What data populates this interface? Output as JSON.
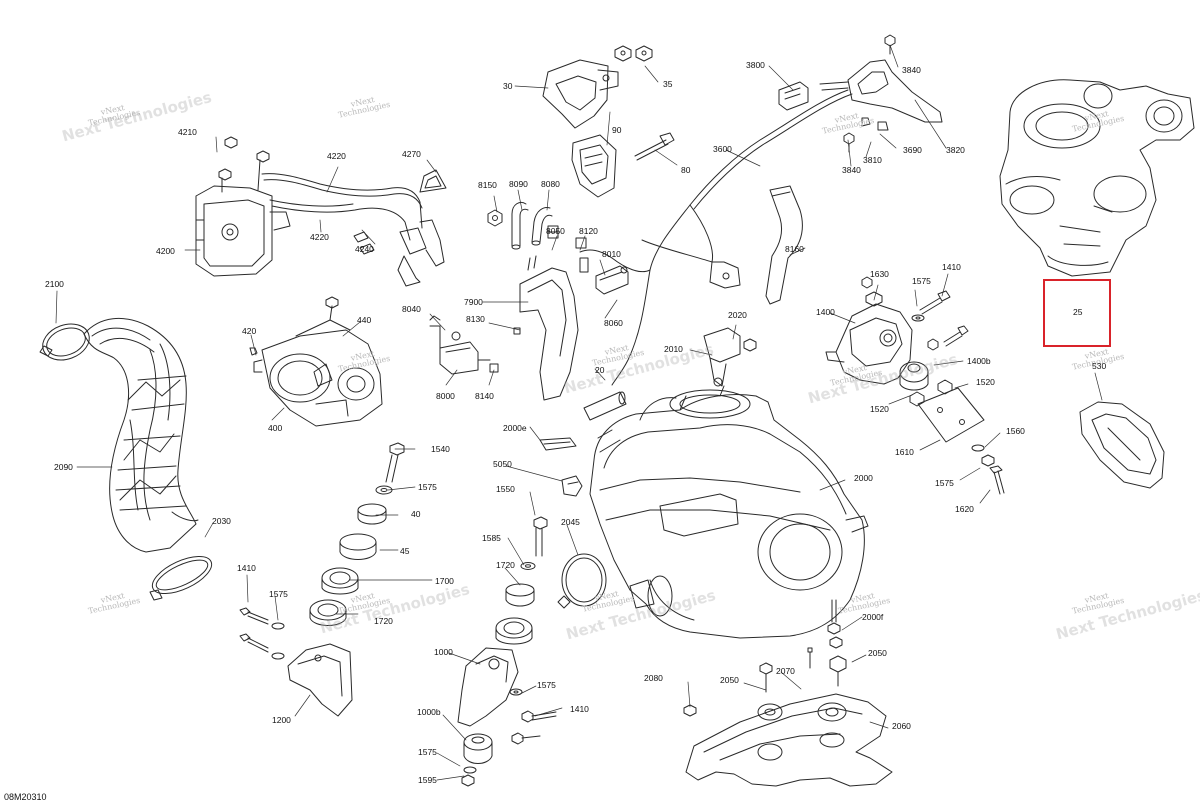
{
  "figure_code": "08M20310",
  "highlight": {
    "label": "25",
    "color": "#d9232a"
  },
  "watermark": {
    "brand": "vNext",
    "line": "Technologies",
    "big": "Next Technologies"
  },
  "callouts": [
    {
      "id": "c30",
      "text": "30"
    },
    {
      "id": "c35",
      "text": "35"
    },
    {
      "id": "c90",
      "text": "90"
    },
    {
      "id": "c80",
      "text": "80"
    },
    {
      "id": "c3800",
      "text": "3800"
    },
    {
      "id": "c3840a",
      "text": "3840"
    },
    {
      "id": "c3600",
      "text": "3600"
    },
    {
      "id": "c3810",
      "text": "3810"
    },
    {
      "id": "c3690",
      "text": "3690"
    },
    {
      "id": "c3820",
      "text": "3820"
    },
    {
      "id": "c3840b",
      "text": "3840"
    },
    {
      "id": "c4210",
      "text": "4210"
    },
    {
      "id": "c4220a",
      "text": "4220"
    },
    {
      "id": "c4270",
      "text": "4270"
    },
    {
      "id": "c4200",
      "text": "4200"
    },
    {
      "id": "c4220b",
      "text": "4220"
    },
    {
      "id": "c4240",
      "text": "4240"
    },
    {
      "id": "c8150",
      "text": "8150"
    },
    {
      "id": "c8090",
      "text": "8090"
    },
    {
      "id": "c8080",
      "text": "8080"
    },
    {
      "id": "c8050",
      "text": "8050"
    },
    {
      "id": "c8120",
      "text": "8120"
    },
    {
      "id": "c8010",
      "text": "8010"
    },
    {
      "id": "c8160",
      "text": "8160"
    },
    {
      "id": "c7900",
      "text": "7900"
    },
    {
      "id": "c8040",
      "text": "8040"
    },
    {
      "id": "c8130",
      "text": "8130"
    },
    {
      "id": "c8060",
      "text": "8060"
    },
    {
      "id": "c8000",
      "text": "8000"
    },
    {
      "id": "c8140",
      "text": "8140"
    },
    {
      "id": "c20",
      "text": "20"
    },
    {
      "id": "c2100",
      "text": "2100"
    },
    {
      "id": "c2090",
      "text": "2090"
    },
    {
      "id": "c2030",
      "text": "2030"
    },
    {
      "id": "c420",
      "text": "420"
    },
    {
      "id": "c440",
      "text": "440"
    },
    {
      "id": "c400",
      "text": "400"
    },
    {
      "id": "c2020",
      "text": "2020"
    },
    {
      "id": "c2010",
      "text": "2010"
    },
    {
      "id": "c1630",
      "text": "1630"
    },
    {
      "id": "c1410a",
      "text": "1410"
    },
    {
      "id": "c1575a",
      "text": "1575"
    },
    {
      "id": "c1400",
      "text": "1400"
    },
    {
      "id": "c1400b",
      "text": "1400b"
    },
    {
      "id": "c1520a",
      "text": "1520"
    },
    {
      "id": "c1520b",
      "text": "1520"
    },
    {
      "id": "c1560",
      "text": "1560"
    },
    {
      "id": "c1610",
      "text": "1610"
    },
    {
      "id": "c1575b",
      "text": "1575"
    },
    {
      "id": "c1620",
      "text": "1620"
    },
    {
      "id": "c25",
      "text": "25"
    },
    {
      "id": "c530",
      "text": "530"
    },
    {
      "id": "c1540",
      "text": "1540"
    },
    {
      "id": "c1575c",
      "text": "1575"
    },
    {
      "id": "c40",
      "text": "40"
    },
    {
      "id": "c45",
      "text": "45"
    },
    {
      "id": "c1700",
      "text": "1700"
    },
    {
      "id": "c1720a",
      "text": "1720"
    },
    {
      "id": "c1410b",
      "text": "1410"
    },
    {
      "id": "c1575d",
      "text": "1575"
    },
    {
      "id": "c1200",
      "text": "1200"
    },
    {
      "id": "c2000e",
      "text": "2000e"
    },
    {
      "id": "c5050",
      "text": "5050"
    },
    {
      "id": "c1550",
      "text": "1550"
    },
    {
      "id": "c1585",
      "text": "1585"
    },
    {
      "id": "c1720b",
      "text": "1720"
    },
    {
      "id": "c2045",
      "text": "2045"
    },
    {
      "id": "c2000",
      "text": "2000"
    },
    {
      "id": "c1000",
      "text": "1000"
    },
    {
      "id": "c1575e",
      "text": "1575"
    },
    {
      "id": "c1410c",
      "text": "1410"
    },
    {
      "id": "c1000b",
      "text": "1000b"
    },
    {
      "id": "c1575f",
      "text": "1575"
    },
    {
      "id": "c1595",
      "text": "1595"
    },
    {
      "id": "c2000f",
      "text": "2000f"
    },
    {
      "id": "c2050a",
      "text": "2050"
    },
    {
      "id": "c2070",
      "text": "2070"
    },
    {
      "id": "c2080",
      "text": "2080"
    },
    {
      "id": "c2050b",
      "text": "2050"
    },
    {
      "id": "c2060",
      "text": "2060"
    }
  ]
}
